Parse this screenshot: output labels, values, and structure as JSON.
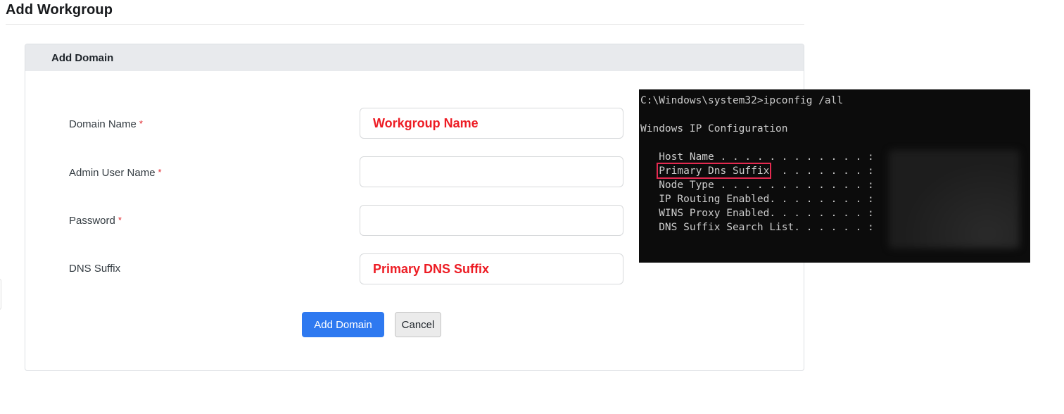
{
  "page": {
    "title": "Add Workgroup"
  },
  "panel": {
    "title": "Add Domain"
  },
  "form": {
    "required_marker": "*",
    "fields": [
      {
        "label": "Domain Name",
        "required": true,
        "value": "Workgroup Name"
      },
      {
        "label": "Admin User Name",
        "required": true,
        "value": ""
      },
      {
        "label": "Password",
        "required": true,
        "value": ""
      },
      {
        "label": "DNS Suffix",
        "required": false,
        "value": "Primary DNS Suffix"
      }
    ],
    "buttons": {
      "submit": "Add Domain",
      "cancel": "Cancel"
    }
  },
  "terminal": {
    "lines_before": [
      "C:\\Windows\\system32>ipconfig /all",
      "",
      "Windows IP Configuration",
      "",
      "   Host Name . . . . . . . . . . . . : "
    ],
    "hl_line": {
      "pre": "   ",
      "text": "Primary Dns Suffix",
      "post": "  . . . . . . . : "
    },
    "lines_after": [
      "   Node Type . . . . . . . . . . . . : ",
      "   IP Routing Enabled. . . . . . . . : ",
      "   WINS Proxy Enabled. . . . . . . . : ",
      "   DNS Suffix Search List. . . . . . : "
    ]
  },
  "colors": {
    "accent_blue": "#2e79f0",
    "annotation_red": "#ed1c24",
    "highlight_box_red": "#e42a50",
    "terminal_bg": "#0c0c0c",
    "terminal_text": "#cccccc",
    "panel_header_bg": "#e8eaed"
  }
}
